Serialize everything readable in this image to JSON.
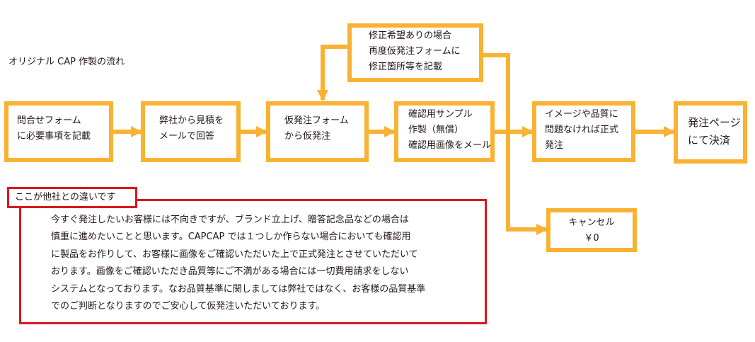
{
  "caption": "オリジナル CAP 作製の流れ",
  "colors": {
    "box_border": "#f9b233",
    "arrow": "#f9b233",
    "note_border": "#d7191d"
  },
  "steps": [
    {
      "id": "inquiry",
      "lines": [
        "問合せフォーム",
        "に必要事項を記載"
      ]
    },
    {
      "id": "estimate",
      "lines": [
        "弊社から見積を",
        "メールで回答"
      ]
    },
    {
      "id": "provisional",
      "lines": [
        "仮発注フォーム",
        "から仮発注"
      ]
    },
    {
      "id": "sample",
      "lines": [
        "確認用サンプル",
        "作製（無償）",
        "確認用画像をメール"
      ]
    },
    {
      "id": "revision",
      "lines": [
        "修正希望ありの場合",
        "再度仮発注フォームに",
        "修正箇所等を記載"
      ]
    },
    {
      "id": "formal-order",
      "lines": [
        "イメージや品質に",
        "問題なければ正式",
        "発注"
      ]
    },
    {
      "id": "payment",
      "lines": [
        "発注ページ",
        "にて決済"
      ]
    },
    {
      "id": "cancel",
      "lines": [
        "キャンセル",
        "￥0"
      ]
    }
  ],
  "difference": {
    "label": "ここが他社との違いです",
    "lines": [
      "今すぐ発注したいお客様には不向きですが、ブランド立上げ、贈答記念品などの場合は",
      "慎重に進めたいことと思います。CAPCAP では１つしか作らない場合においても確認用",
      "に製品をお作りして、お客様に画像をご確認いただいた上で正式発注とさせていただいて",
      "おります。画像をご確認いただき品質等にご不満がある場合には一切費用請求をしない",
      "システムとなっております。なお品質基準に関しましては弊社ではなく、お客様の品質基準",
      "でのご判断となりますのでご安心して仮発注いただいております。"
    ]
  }
}
